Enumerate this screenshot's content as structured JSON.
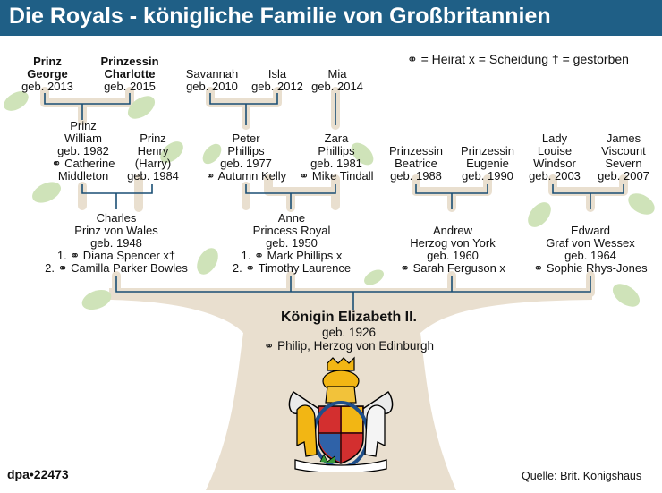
{
  "header": {
    "title": "Die Royals - königliche Familie von Großbritannien"
  },
  "legend": {
    "text": "⚭ = Heirat   x = Scheidung   † = gestorben"
  },
  "footer": {
    "agency": "dpa•22473",
    "source": "Quelle: Brit. Königshaus"
  },
  "colors": {
    "title_bar": "#1f5f86",
    "tree": "#e9dfcf",
    "leaf": "#cfe3b9",
    "line": "#1a4f75"
  },
  "icons": {
    "coat_of_arms": "royal-coat-of-arms-icon",
    "marriage": "marriage-rings-symbol"
  },
  "people": {
    "george": {
      "name": "Prinz\nGeorge",
      "bold": true,
      "born": "geb. 2013"
    },
    "charlotte": {
      "name": "Prinzessin\nCharlotte",
      "bold": true,
      "born": "geb. 2015"
    },
    "savannah": {
      "name": "Savannah",
      "born": "geb. 2010"
    },
    "isla": {
      "name": "Isla",
      "born": "geb. 2012"
    },
    "mia": {
      "name": "Mia",
      "born": "geb. 2014"
    },
    "william": {
      "name": "Prinz\nWilliam",
      "born": "geb. 1982",
      "spouse": "⚭ Catherine\nMiddleton"
    },
    "henry": {
      "name": "Prinz\nHenry\n(Harry)",
      "born": "geb. 1984"
    },
    "peter": {
      "name": "Peter\nPhillips",
      "born": "geb. 1977",
      "spouse": "⚭ Autumn Kelly"
    },
    "zara": {
      "name": "Zara\nPhillips",
      "born": "geb. 1981",
      "spouse": "⚭ Mike Tindall"
    },
    "beatrice": {
      "name": "Prinzessin\nBeatrice",
      "born": "geb. 1988"
    },
    "eugenie": {
      "name": "Prinzessin\nEugenie",
      "born": "geb. 1990"
    },
    "louise": {
      "name": "Lady\nLouise\nWindsor",
      "born": "geb. 2003"
    },
    "james": {
      "name": "James\nViscount\nSevern",
      "born": "geb. 2007"
    },
    "charles": {
      "name": "Charles\nPrinz von Wales",
      "born": "geb. 1948",
      "spouse": "1. ⚭ Diana Spencer x†\n2. ⚭ Camilla Parker Bowles"
    },
    "anne": {
      "name": "Anne\nPrincess Royal",
      "born": "geb. 1950",
      "spouse": "1. ⚭ Mark Phillips x\n2. ⚭ Timothy Laurence"
    },
    "andrew": {
      "name": "Andrew\nHerzog von York",
      "born": "geb. 1960",
      "spouse": "⚭ Sarah Ferguson x"
    },
    "edward": {
      "name": "Edward\nGraf von Wessex",
      "born": "geb. 1964",
      "spouse": "⚭ Sophie Rhys-Jones"
    },
    "elizabeth": {
      "name": "Königin Elizabeth II.",
      "bold": true,
      "born": "geb. 1926",
      "spouse": "⚭ Philip, Herzog von Edinburgh"
    }
  }
}
